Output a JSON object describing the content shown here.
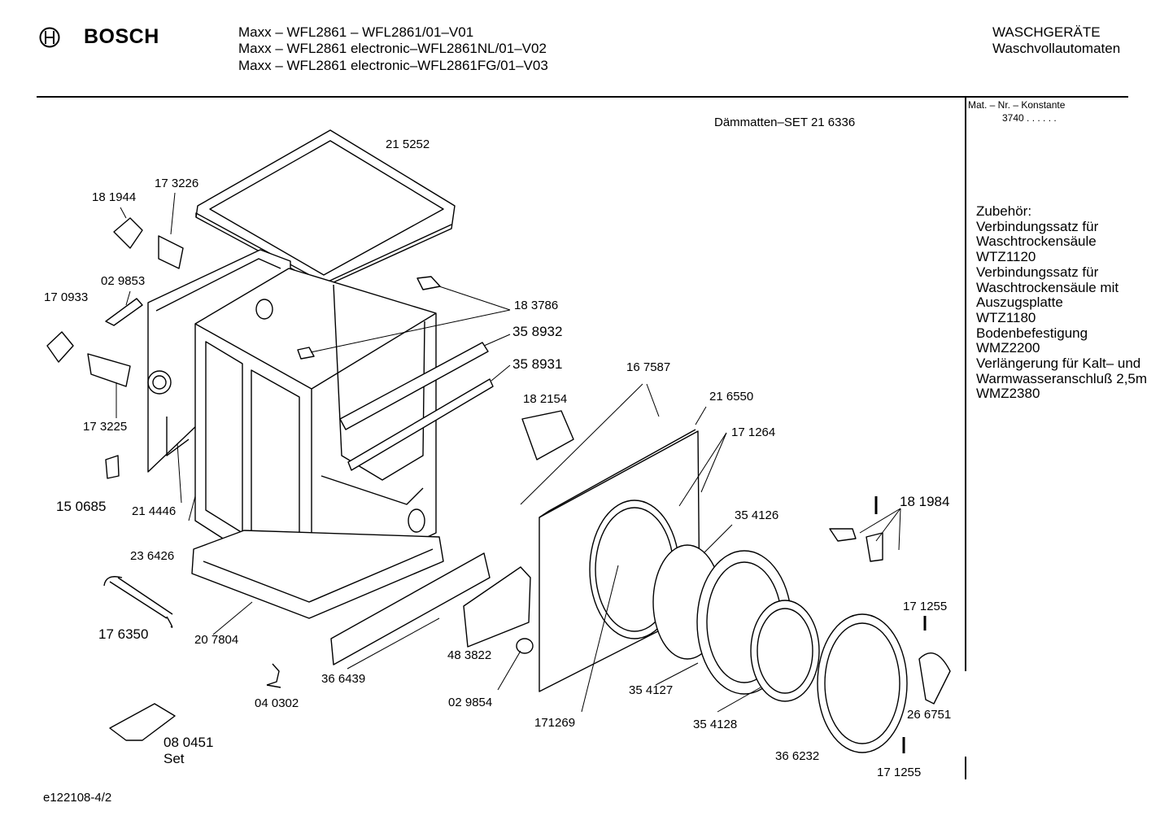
{
  "brand": {
    "name": "BOSCH",
    "logo_icon": "bosch-armature-logo-icon"
  },
  "header": {
    "models": [
      "Maxx – WFL2861 – WFL2861/01–V01",
      "Maxx – WFL2861 electronic–WFL2861NL/01–V02",
      "Maxx – WFL2861 electronic–WFL2861FG/01–V03"
    ],
    "category": "WASCHGERÄTE",
    "subcategory": "Waschvollautomaten"
  },
  "set_label": "Dämmatten–SET 21 6336",
  "sidebar": {
    "mat_header": "Mat. – Nr. – Konstante",
    "mat_value": "3740 . .  . . . .",
    "accessories": [
      "Zubehör:",
      "Verbindungssatz für",
      "Waschtrockensäule",
      "WTZ1120",
      "Verbindungssatz für",
      "Waschtrockensäule mit",
      "Auszugsplatte",
      "WTZ1180",
      "Bodenbefestigung",
      "WMZ2200",
      "Verlängerung für Kalt– und",
      "Warmwasseranschluß 2,5m",
      "WMZ2380"
    ]
  },
  "parts": {
    "p215252": "21 5252",
    "p173226": "17 3226",
    "p181944": "18 1944",
    "p029853": "02 9853",
    "p170933": "17 0933",
    "p183786": "18 3786",
    "p358932": "35 8932",
    "p358931": "35 8931",
    "p167587": "16 7587",
    "p216550": "21 6550",
    "p182154": "18 2154",
    "p171264": "17 1264",
    "p173225": "17 3225",
    "p150685": "15 0685",
    "p214446": "21 4446",
    "p236426": "23 6426",
    "p354126": "35 4126",
    "p181984": "18 1984",
    "p171255a": "17 1255",
    "p176350": "17 6350",
    "p207804": "20 7804",
    "p483822": "48 3822",
    "p366439": "36 6439",
    "p040302": "04 0302",
    "p029854": "02 9854",
    "p354127": "35 4127",
    "p171269": "171269",
    "p354128": "35 4128",
    "p266751": "26 6751",
    "p366232": "36 6232",
    "p171255b": "17 1255",
    "p080451": "08 0451",
    "p080451_note": "Set"
  },
  "footer": {
    "doc_id": "e122108-4/2"
  }
}
